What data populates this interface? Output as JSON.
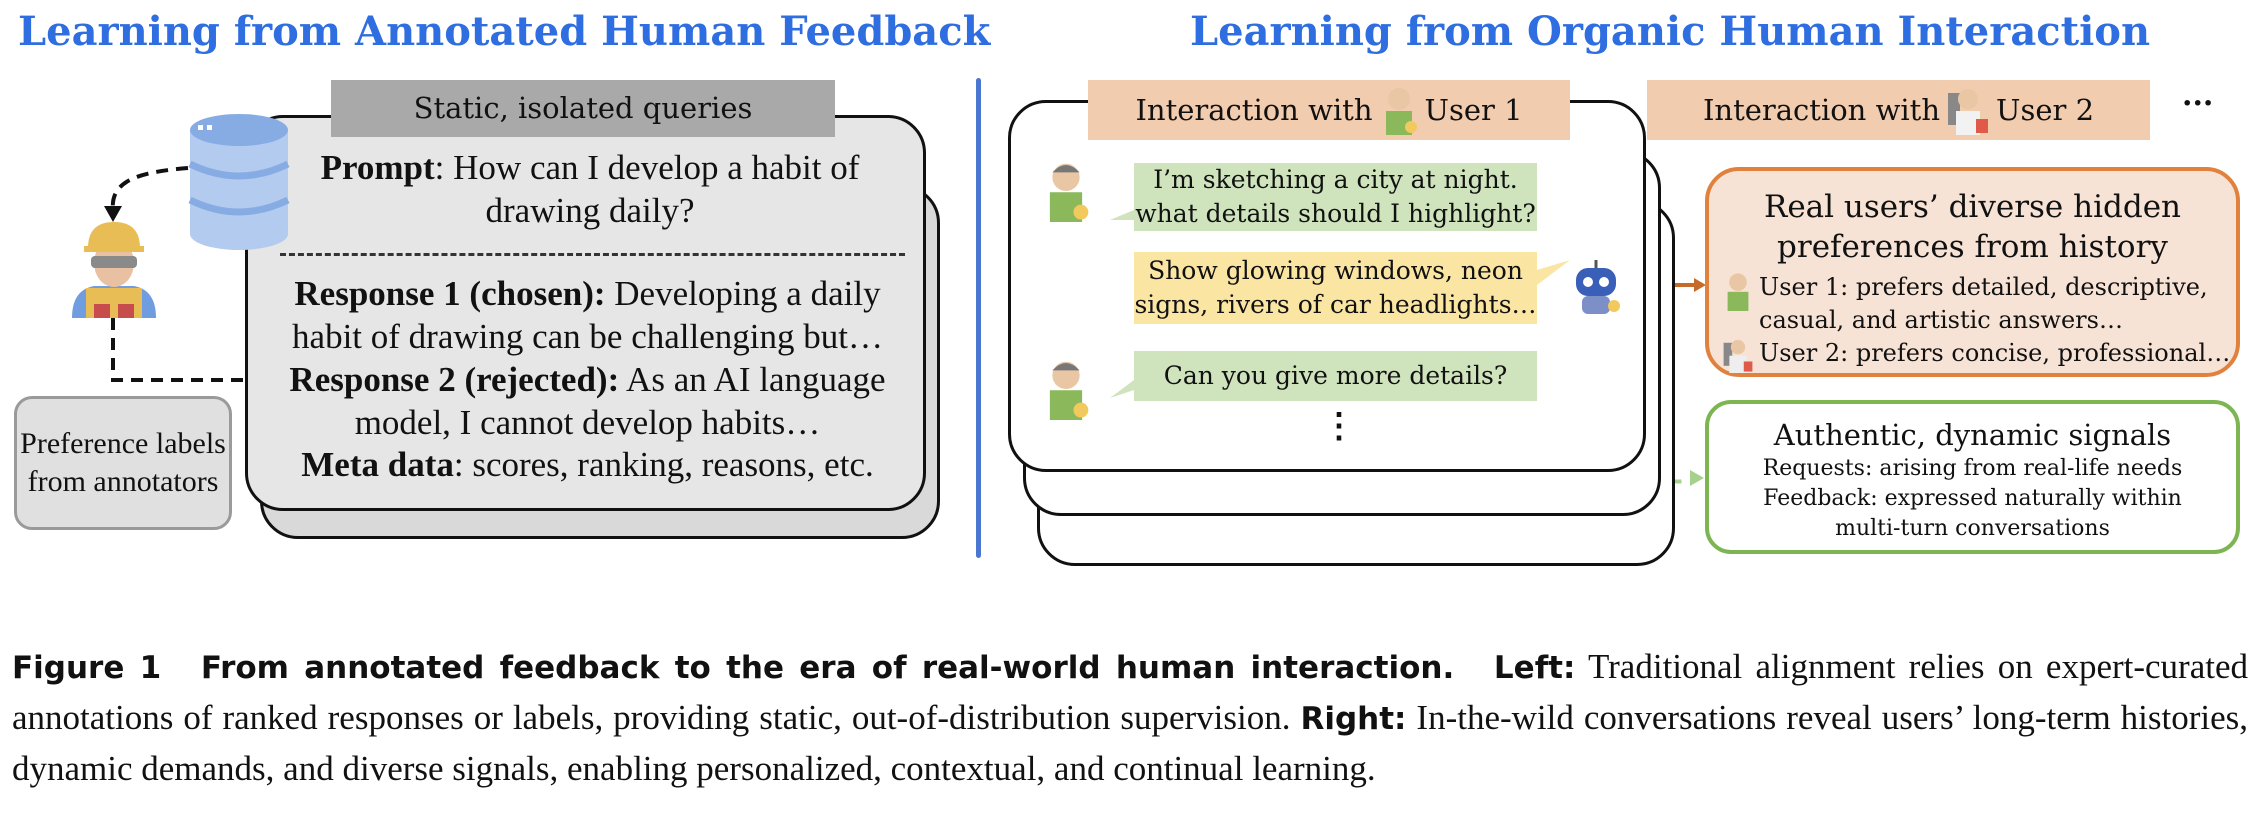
{
  "left": {
    "title": "Learning from Annotated Human Feedback",
    "header": "Static, isolated queries",
    "prompt_label": "Prompt",
    "prompt_text": ": How can I develop a habit of drawing daily?",
    "response1_label": "Response 1 (chosen):",
    "response1_text": " Developing a daily habit of drawing can be challenging but…",
    "response2_label": "Response 2 (rejected):",
    "response2_text": " As an AI language model, I cannot develop habits…",
    "meta_label": "Meta data",
    "meta_text": ": scores, ranking, reasons, etc.",
    "preference_box": "Preference labels from annotators"
  },
  "right": {
    "title": "Learning from Organic Human Interaction",
    "header1_prefix": "Interaction with",
    "header1_user": "User 1",
    "header2_prefix": "Interaction with",
    "header2_user": "User 2",
    "more": "···",
    "chat": [
      {
        "role": "user",
        "text": "I’m sketching a city at night. what details should I highlight?"
      },
      {
        "role": "assistant",
        "text": "Show glowing windows, neon signs, rivers of car headlights…"
      },
      {
        "role": "user",
        "text": "Can you give more details?"
      }
    ],
    "vertical_ellipsis": "⋮",
    "preferences_box": {
      "title": "Real users’ diverse hidden preferences from history",
      "items": [
        "User 1: prefers detailed, descriptive, casual, and artistic answers…",
        "User 2: prefers concise, professional…"
      ]
    },
    "signals_box": {
      "title": "Authentic, dynamic signals",
      "lines": [
        "Requests: arising from real-life needs",
        "Feedback: expressed naturally within multi-turn conversations"
      ]
    }
  },
  "caption": {
    "figure_label": "Figure 1",
    "figure_title": "From annotated feedback to the era of real-world human interaction.",
    "left_label": "Left:",
    "left_text": "Traditional alignment relies on expert-curated annotations of ranked responses or labels, providing static, out-of-distribution supervision.",
    "right_label": "Right:",
    "right_text": "In-the-wild conversations reveal users’ long-term histories, dynamic demands, and diverse signals, enabling personalized, contextual, and continual learning."
  },
  "colors": {
    "title_blue": "#2f6ee0",
    "orange": "#e0823d",
    "green": "#7db552"
  }
}
